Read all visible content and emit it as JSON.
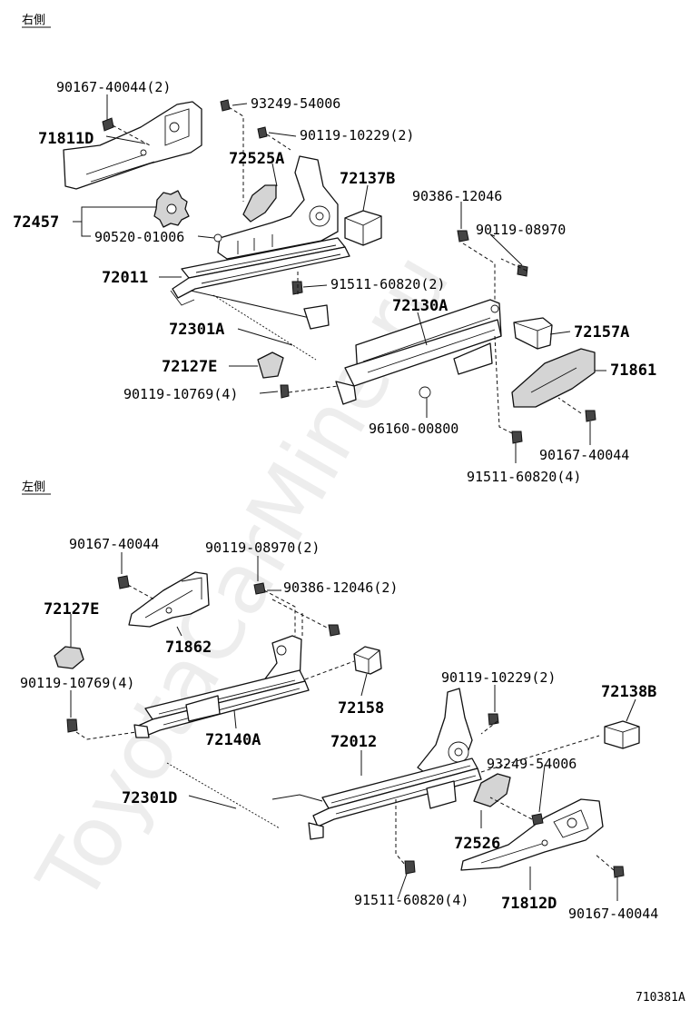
{
  "sections": {
    "right": "右側",
    "left": "左側"
  },
  "watermark": "ToyotaCarMine.ru",
  "diagram_code": "710381A",
  "labels": {
    "p90167_40044_2": "90167-40044(2)",
    "p93249_54006_r": "93249-54006",
    "p90119_10229_2_r": "90119-10229(2)",
    "p71811D": "71811D",
    "p72525A": "72525A",
    "p72137B": "72137B",
    "p90386_12046_r": "90386-12046",
    "p72457": "72457",
    "p90520_01006": "90520-01006",
    "p90119_08970_r": "90119-08970",
    "p72011": "72011",
    "p91511_60820_2": "91511-60820(2)",
    "p72130A": "72130A",
    "p72301A": "72301A",
    "p72157A": "72157A",
    "p72127E_r": "72127E",
    "p71861": "71861",
    "p90119_10769_4_r": "90119-10769(4)",
    "p96160_00800": "96160-00800",
    "p90167_40044_r": "90167-40044",
    "p91511_60820_4_r": "91511-60820(4)",
    "p90167_40044_l1": "90167-40044",
    "p90119_08970_2": "90119-08970(2)",
    "p72127E_l": "72127E",
    "p90386_12046_2": "90386-12046(2)",
    "p71862": "71862",
    "p90119_10769_4_l": "90119-10769(4)",
    "p72158": "72158",
    "p72140A": "72140A",
    "p90119_10229_2_l": "90119-10229(2)",
    "p72138B": "72138B",
    "p72012": "72012",
    "p93249_54006_l": "93249-54006",
    "p72301D": "72301D",
    "p72526": "72526",
    "p91511_60820_4_l": "91511-60820(4)",
    "p71812D": "71812D",
    "p90167_40044_l2": "90167-40044"
  }
}
